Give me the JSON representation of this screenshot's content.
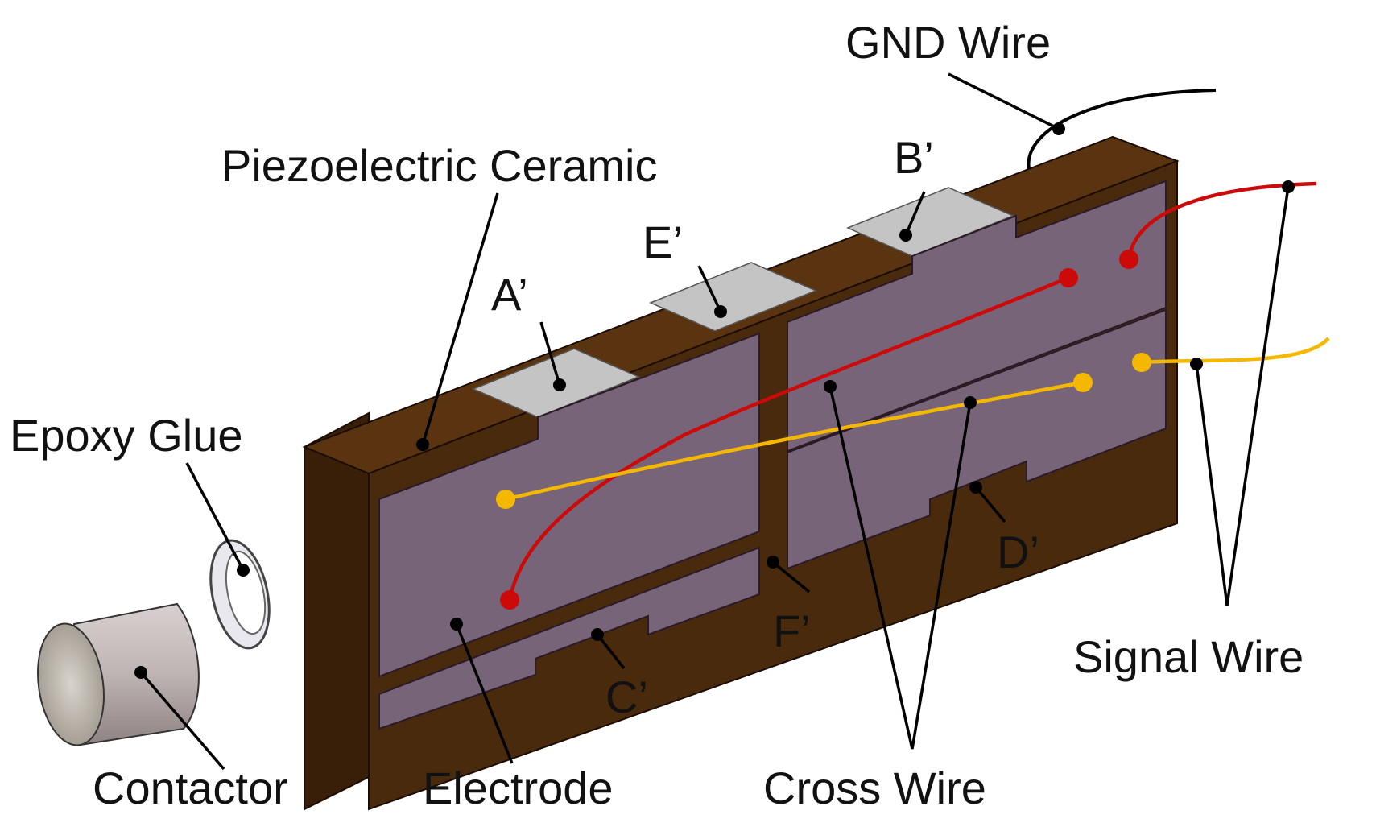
{
  "labels": {
    "gnd_wire": "GND Wire",
    "piezoelectric_ceramic": "Piezoelectric Ceramic",
    "b_prime": "B’",
    "e_prime": "E’",
    "a_prime": "A’",
    "epoxy_glue": "Epoxy Glue",
    "d_prime": "D’",
    "f_prime": "F’",
    "c_prime": "C’",
    "signal_wire": "Signal Wire",
    "cross_wire": "Cross Wire",
    "electrode": "Electrode",
    "contactor": "Contactor"
  },
  "colors": {
    "ceramic": "#4a2a0c",
    "ceramic_top": "#5a3410",
    "electrode": "#786478",
    "electrode_pad": "#c4c4c4",
    "wire_red": "#cc0a0a",
    "wire_yellow": "#f5b800",
    "wire_black": "#000000"
  }
}
